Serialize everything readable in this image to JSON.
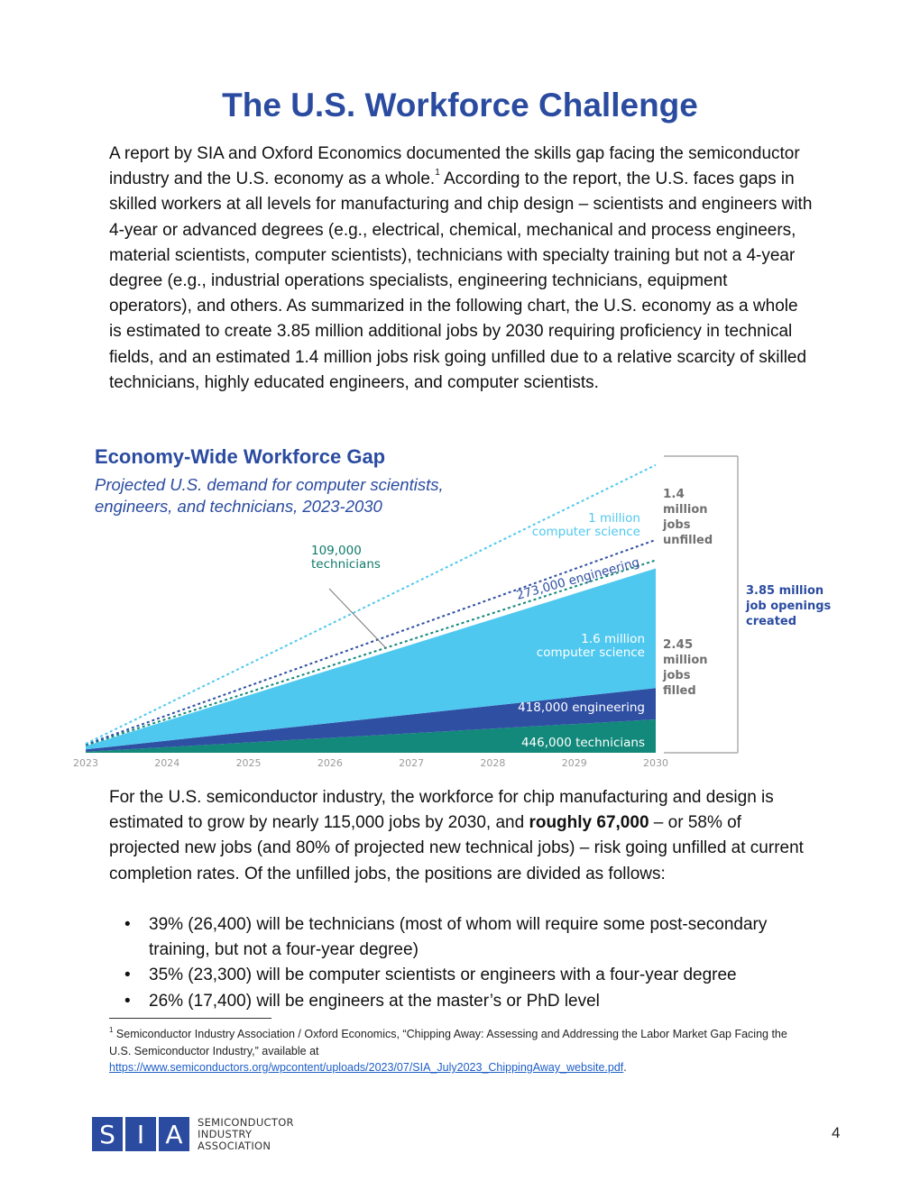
{
  "page": {
    "title": "The U.S. Workforce Challenge",
    "intro_a": "A report by SIA and Oxford Economics documented the skills gap facing the semiconductor industry and the U.S. economy as a whole.",
    "intro_sup": "1",
    "intro_b": " According to the report, the U.S. faces gaps in skilled workers at all levels for manufacturing and chip design – scientists and engineers with 4-year or advanced degrees (e.g., electrical, chemical, mechanical and process engineers, material scientists, computer scientists), technicians with specialty training but not a 4-year degree (e.g., industrial operations specialists, engineering technicians, equipment operators), and others. As summarized in the following chart, the U.S. economy as a whole is estimated to create 3.85 million additional jobs by 2030 requiring proficiency in technical fields, and an estimated 1.4 million jobs risk going unfilled due to a relative scarcity of skilled technicians, highly educated engineers, and computer scientists.",
    "para2_a": "For the U.S. semiconductor industry, the workforce for chip manufacturing and design is estimated to grow by nearly 115,000 jobs by 2030, and ",
    "para2_bold": "roughly 67,000",
    "para2_b": " – or 58% of projected new jobs (and 80% of projected new technical jobs) – risk going unfilled at current completion rates. Of the unfilled jobs, the positions are divided as follows:",
    "bullets": [
      "39% (26,400) will be technicians (most of whom will require some post-secondary training, but not a four-year degree)",
      "35% (23,300) will be computer scientists or engineers with a four-year degree",
      "26% (17,400) will be engineers at the master’s or PhD level"
    ],
    "bullet_glyph": "•",
    "footnote_sup": "1",
    "footnote_text": " Semiconductor Industry Association / Oxford Economics, “Chipping Away: Assessing and Addressing the Labor Market Gap Facing the U.S. Semiconductor Industry,” available at ",
    "footnote_link": "https://www.semiconductors.org/wpcontent/uploads/2023/07/SIA_July2023_ChippingAway_website.pdf",
    "footnote_end": ".",
    "logo_letters": [
      "S",
      "I",
      "A"
    ],
    "logo_lines": [
      "SEMICONDUCTOR",
      "INDUSTRY",
      "ASSOCIATION"
    ],
    "page_number": "4"
  },
  "colors": {
    "brand_blue": "#2a4ba0",
    "technicians_teal": "#12897a",
    "engineering_blue": "#2f4fa3",
    "computer_science_cyan": "#4fc8ef",
    "teal_text": "#0f7a6a",
    "gray_text": "#707070"
  },
  "chart_data": {
    "type": "area",
    "title": "Economy-Wide Workforce Gap",
    "subtitle": "Projected U.S. demand for computer scientists, engineers, and technicians, 2023-2030",
    "x": [
      2023,
      2024,
      2025,
      2026,
      2027,
      2028,
      2029,
      2030
    ],
    "x_tick_labels": [
      "2023",
      "2024",
      "2025",
      "2026",
      "2027",
      "2028",
      "2029",
      "2030"
    ],
    "units": "jobs",
    "filled_series": [
      {
        "name": "technicians",
        "start": 0,
        "end": 446000,
        "label": "446,000 technicians"
      },
      {
        "name": "engineering",
        "start": 0,
        "end": 418000,
        "label": "418,000 engineering"
      },
      {
        "name": "computer science",
        "start": 0,
        "end": 1600000,
        "label_lines": [
          "1.6 million",
          "computer science"
        ]
      }
    ],
    "unfilled_series": [
      {
        "name": "technicians",
        "start": 0,
        "end": 109000,
        "label_lines": [
          "109,000",
          "technicians"
        ]
      },
      {
        "name": "engineering",
        "start": 0,
        "end": 273000,
        "label": "273,000 engineering"
      },
      {
        "name": "computer science",
        "start": 0,
        "end": 1000000,
        "label_lines": [
          "1 million",
          "computer science"
        ]
      }
    ],
    "totals": {
      "unfilled_lines": [
        "1.4",
        "million",
        "jobs",
        "unfilled"
      ],
      "filled_lines": [
        "2.45",
        "million",
        "jobs",
        "filled"
      ],
      "created_lines": [
        "3.85 million",
        "job openings",
        "created"
      ]
    },
    "grid": false,
    "legend": "none (inline labels)"
  }
}
